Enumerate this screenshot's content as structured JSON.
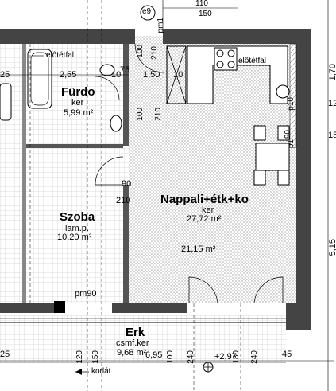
{
  "rooms": {
    "bath": {
      "name": "Fürdo",
      "floor": "ker",
      "area": "5,99 m²"
    },
    "bedroom": {
      "name": "Szoba",
      "floor": "lam.p.",
      "area": "10,20 m²"
    },
    "living": {
      "name": "Nappali+étk+ko",
      "floor": "ker",
      "area": "27,72 m²",
      "sub_area": "21,15 m²"
    },
    "terrace": {
      "name": "Erk",
      "floor": "csmf.ker",
      "area": "9,68 m²",
      "area_alt": "6,95"
    }
  },
  "notes": {
    "eloteti_left": "előtétfal",
    "eloteti_right": "előtétfal",
    "korlat": "korlát",
    "marker": "e9",
    "door_pm90": "pm90",
    "door_pm190": "pm1"
  },
  "dims": {
    "top_110": "110",
    "top_150": "150",
    "d255": "2,55",
    "d1075": "10",
    "d75": "75",
    "d150": "1,50",
    "d10": "10",
    "d25_left": "25",
    "d90": "90",
    "d210": "210",
    "d100_v": "100",
    "d210_v": "210",
    "d100_v2": "100",
    "d210_v2": "210",
    "d120": "120",
    "d150b": "150",
    "d100b": "100",
    "d240b": "240",
    "d180b": "180",
    "d240c": "240",
    "d45": "45",
    "d297": "+2,97",
    "d25b": "25",
    "r170": "1,70",
    "r515": "5,15",
    "r15": "15",
    "r12": "12",
    "d90r": "90",
    "d100r": "p10",
    "d190r": "p1"
  }
}
